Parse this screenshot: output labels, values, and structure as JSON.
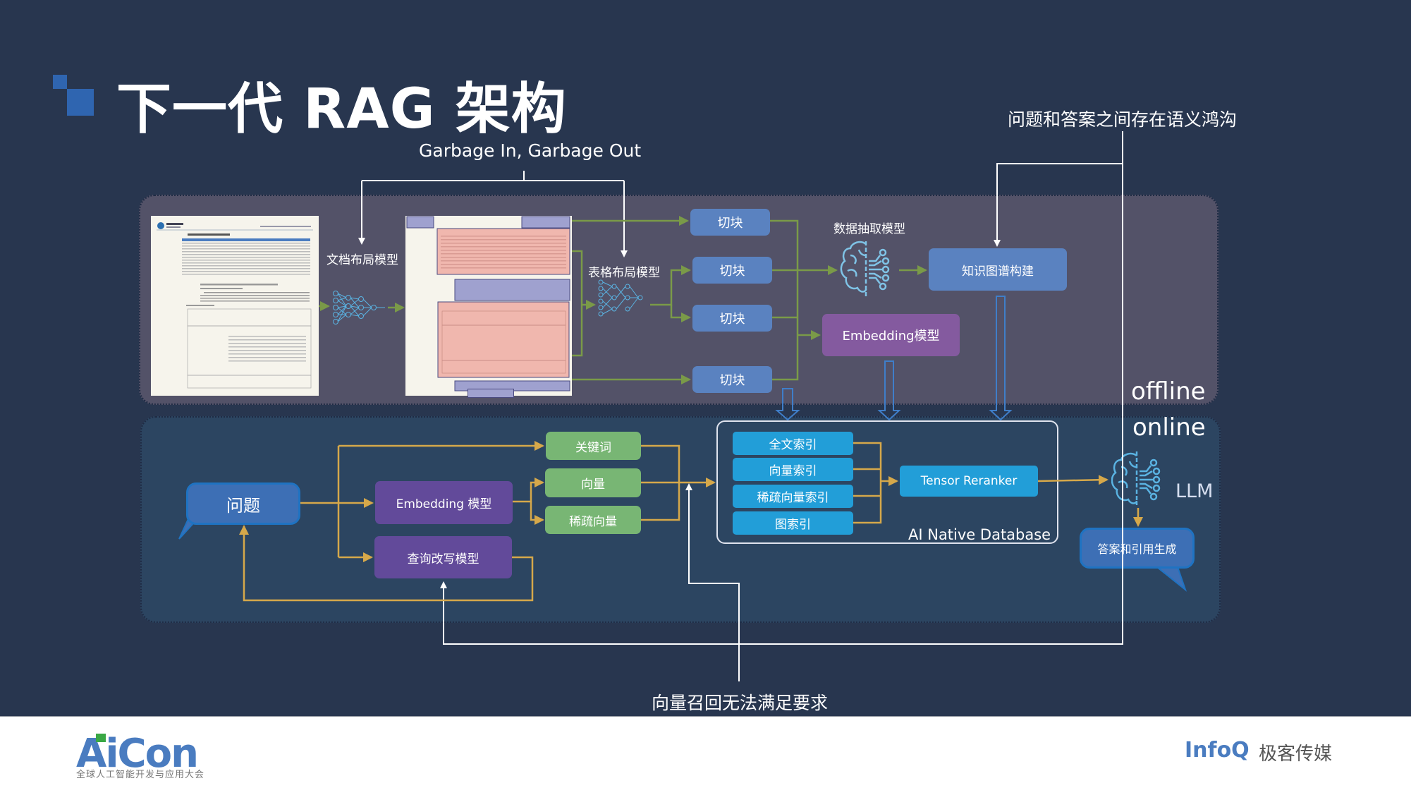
{
  "slide": {
    "title": "下一代 RAG 架构",
    "annotations": {
      "garbage": "Garbage In, Garbage Out",
      "semantic_gap": "问题和答案之间存在语义鸿沟",
      "vector_recall": "向量召回无法满足要求"
    },
    "colors": {
      "background": "#28364f",
      "offline_panel": "#535268",
      "online_panel": "#2c4561",
      "accent_blue": "#2f65b0",
      "offline_arrow": "#7a9a48",
      "online_arrow": "#d6a84a"
    }
  },
  "offline": {
    "label": "offline",
    "doc_layout_model": "文档布局模型",
    "table_layout_model": "表格布局模型",
    "chunks": [
      "切块",
      "切块",
      "切块",
      "切块"
    ],
    "data_extraction_model": "数据抽取模型",
    "knowledge_graph": "知识图谱构建",
    "embedding_model": "Embedding模型"
  },
  "online": {
    "label": "online",
    "question": "问题",
    "embedding_model": "Embedding 模型",
    "query_rewrite_model": "查询改写模型",
    "retrieval": [
      "关键词",
      "向量",
      "稀疏向量"
    ],
    "database": {
      "label": "AI Native Database",
      "indexes": [
        "全文索引",
        "向量索引",
        "稀疏向量索引",
        "图索引"
      ],
      "reranker": "Tensor Reranker"
    },
    "llm": "LLM",
    "answer": "答案和引用生成"
  },
  "footer": {
    "left_logo": "AiCon",
    "left_subtitle": "全球人工智能开发与应用大会",
    "right_logo_en": "InfoQ",
    "right_logo_cn": "极客传媒"
  }
}
